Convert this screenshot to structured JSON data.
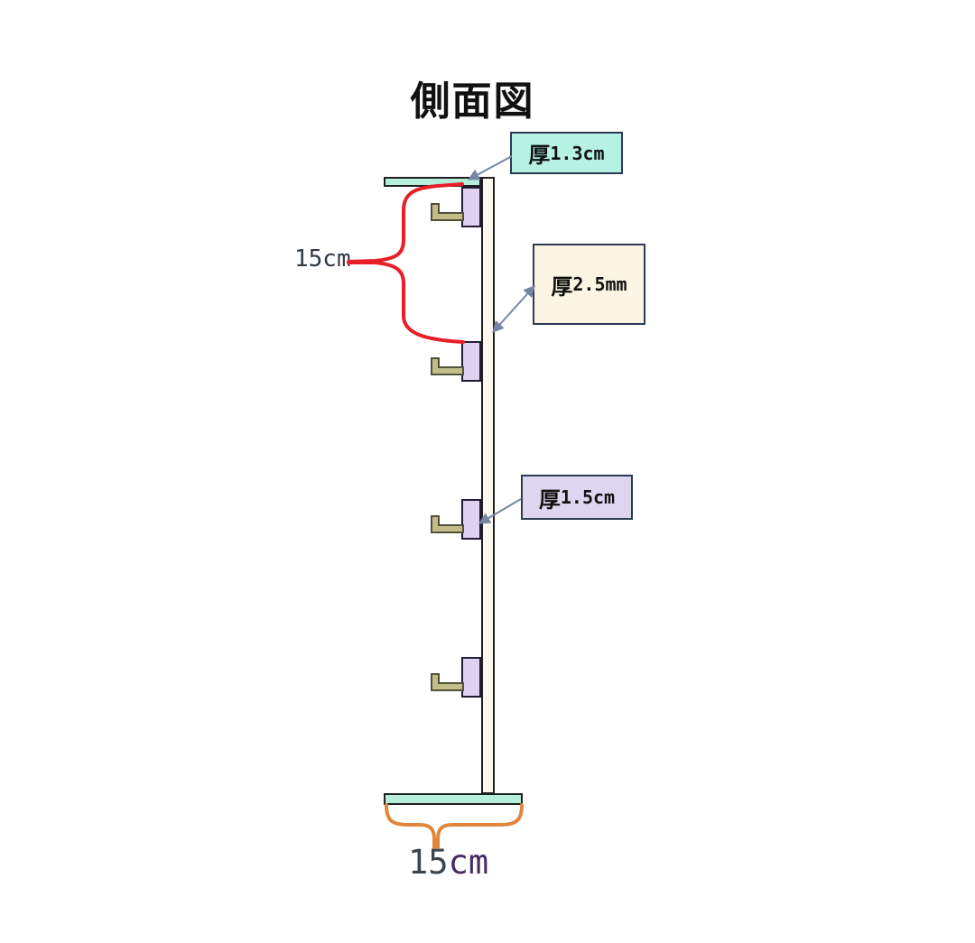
{
  "title": "側面図",
  "annotations": {
    "top_shelf_thickness": {
      "prefix": "厚",
      "value": "1.3cm"
    },
    "pole_thickness": {
      "prefix": "厚",
      "value": "2.5mm"
    },
    "block_thickness": {
      "prefix": "厚",
      "value": "1.5cm"
    }
  },
  "dimensions": {
    "block_spacing": "15cm",
    "base_width_number": "15",
    "base_width_unit": "cm"
  },
  "colors": {
    "bg": "#ffffff",
    "teal": "#b4efdc",
    "teal_box": "#b5f2e3",
    "cream": "#fdf9ec",
    "cream_box": "#fcf5e3",
    "lav": "#ded2f0",
    "lav_box": "#ded5f0",
    "hook": "#c3bd88",
    "red": "#e81e28",
    "orange": "#e2863c",
    "leader": "#7585a3"
  }
}
